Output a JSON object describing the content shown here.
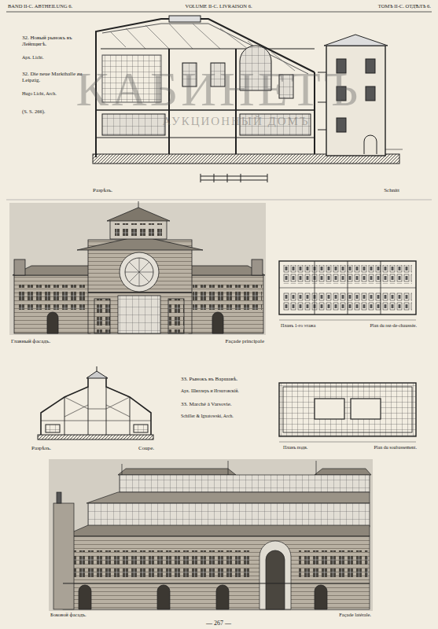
{
  "diagram": {
    "labels": [
      "BAND II-C. ABTHEILUNG 6.",
      "VOLUME II-C. LIVRAISON 6.",
      "ТОМЪ II-С. ОТДѢЛЪ 6.",
      "32. Новый рынокъ въ Лейпцигѣ.",
      "Арх. Licht.",
      "32. Die neue Markthalle zu Leipzig.",
      "Hugo Licht, Arch.",
      "(S. S. 266).",
      "Разрѣзъ.",
      "Schnitt",
      "Главный фасадъ.",
      "Façade principale",
      "Планъ 1-го этажа",
      "Plan du rez-de-chaussée.",
      "33. Рынокъ въ Варшавѣ.",
      "Арх. Шиллеръ и Игнатовскій.",
      "33. Marché à Varsovie.",
      "Schiller & Ignatowski, Arch.",
      "Разрѣзъ.",
      "Coupe.",
      "Планъ подв.",
      "Plan du soubassement.",
      "Боковой фасадъ.",
      "Façade latérale.",
      "— 267 —",
      "КАБИНЕТЪ",
      "АУКЦИОННЫЙ ДОМЪ"
    ]
  }
}
